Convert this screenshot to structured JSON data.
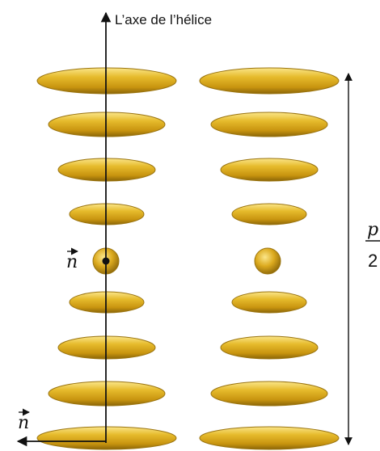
{
  "diagram": {
    "axis_label": "L’axe de l’hélice",
    "director_label": "n",
    "pitch_fraction": {
      "numerator": "p",
      "denominator": "2"
    },
    "colors": {
      "molecule_fill_light": "#f6d866",
      "molecule_fill": "#d8a51c",
      "molecule_fill_dark": "#8a6508",
      "line": "#111111"
    },
    "columns": [
      {
        "name": "left-column",
        "shows_director": true
      },
      {
        "name": "right-column",
        "shows_director": false
      }
    ],
    "molecule_layers": [
      {
        "orientation": "full"
      },
      {
        "orientation": "large"
      },
      {
        "orientation": "medium"
      },
      {
        "orientation": "small"
      },
      {
        "orientation": "end-on"
      },
      {
        "orientation": "small"
      },
      {
        "orientation": "medium"
      },
      {
        "orientation": "large"
      },
      {
        "orientation": "full"
      }
    ]
  }
}
